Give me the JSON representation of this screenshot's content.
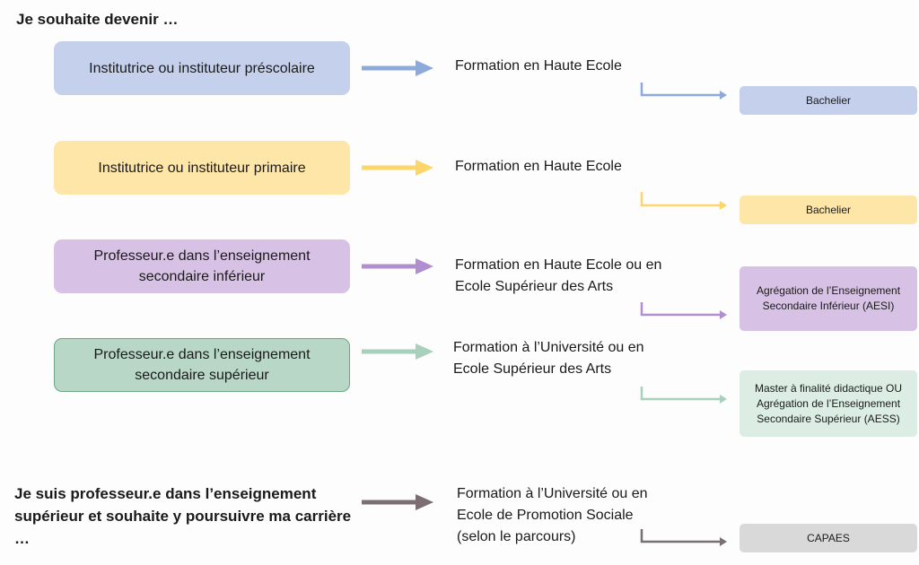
{
  "heading_top": "Je souhaite devenir …",
  "rows": [
    {
      "role": "Institutrice ou instituteur préscolaire",
      "formation": [
        "Formation en Haute Ecole"
      ],
      "degree": "Bachelier",
      "color_fill": "#c5d1ec",
      "color_arrow": "#8eaadb"
    },
    {
      "role": "Institutrice ou instituteur primaire",
      "formation": [
        "Formation en Haute Ecole"
      ],
      "degree": "Bachelier",
      "color_fill": "#fde6a8",
      "color_arrow": "#fcd66b"
    },
    {
      "role": "Professeur.e dans l’enseignement secondaire inférieur",
      "formation": [
        "Formation en Haute Ecole ou en",
        "Ecole Supérieur des Arts"
      ],
      "degree": "Agrégation de l’Enseignement Secondaire Inférieur (AESI)",
      "color_fill": "#d7c1e4",
      "color_arrow": "#b18fcf"
    },
    {
      "role": "Professeur.e dans l’enseignement secondaire supérieur",
      "formation": [
        "Formation à l’Université ou en",
        "Ecole Supérieur des Arts"
      ],
      "degree": "Master à finalité didactique OU Agrégation de l’Enseignement Secondaire Supérieur (AESS)",
      "color_fill": "#b8d7c6",
      "color_fill_degree": "#dceee3",
      "color_border": "#6fa486",
      "color_arrow": "#a9d0bd"
    },
    {
      "role": "Je suis professeur.e dans l’enseignement supérieur et souhaite y poursuivre ma carrière …",
      "formation": [
        "Formation à l’Université ou en",
        "Ecole de Promotion Sociale",
        "(selon le parcours)"
      ],
      "degree": "CAPAES",
      "color_fill": "#d9d9d9",
      "color_arrow": "#7b6f72"
    }
  ]
}
